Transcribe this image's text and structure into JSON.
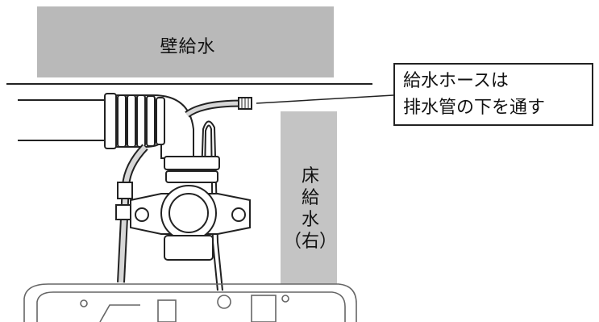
{
  "labels": {
    "wall_supply": "壁給水",
    "floor_supply": [
      "床",
      "給",
      "水",
      "（右）"
    ]
  },
  "callout": {
    "line1": "給水ホースは",
    "line2": "排水管の下を通す"
  },
  "colors": {
    "wall_panel": "#b9b9b9",
    "floor_panel": "#c4c4c4",
    "hose_fill": "#d7d7d7",
    "pipe_fill": "#ffffff",
    "outline": "#222222"
  }
}
